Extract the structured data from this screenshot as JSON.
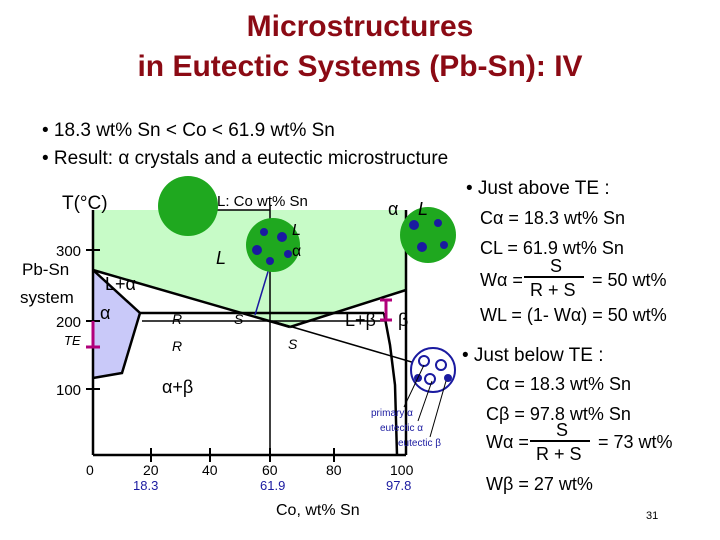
{
  "title": {
    "line1": "Microstructures",
    "line2": "in Eutectic Systems (Pb-Sn): IV"
  },
  "bullets": [
    "• 18.3 wt% Sn < Co < 61.9 wt% Sn",
    "• Result:  α crystals and a eutectic microstructure"
  ],
  "diagram": {
    "y_axis_label": "T(°C)",
    "system_label_1": "Pb-Sn",
    "system_label_2": "system",
    "te_label": "TE",
    "y_ticks": [
      "300",
      "200",
      "100"
    ],
    "x_ticks": [
      "0",
      "20",
      "40",
      "60",
      "80",
      "100"
    ],
    "x_sub_ticks": [
      "18.3",
      "61.9",
      "97.8"
    ],
    "x_axis_label": "Co, wt% Sn",
    "composition_label": "L: Co wt% Sn",
    "regions": {
      "L": "L",
      "L_alpha": "L+α",
      "L_beta": "L+β",
      "alpha": "α",
      "beta": "β",
      "alpha_beta": "α+β"
    },
    "lever": {
      "R_upper": "R",
      "S_upper": "S",
      "R_lower": "R",
      "S_lower": "S"
    },
    "micro_upper_L": "L",
    "micro_upper_alpha": "α",
    "micro_mid_alpha": "α",
    "micro_mid_L": "L",
    "legend": [
      "primary α",
      "eutectic α",
      "eutectic β"
    ]
  },
  "right": {
    "above_header": "• Just above TE :",
    "above_Ca": "Cα = 18.3 wt% Sn",
    "above_CL": "CL = 61.9 wt% Sn",
    "above_Wa_lhs": "Wα =",
    "above_Wa_num": "S",
    "above_Wa_den": "R + S",
    "above_Wa_rhs": "= 50 wt%",
    "above_WL": "WL = (1- Wα) = 50 wt%",
    "below_header": "• Just below TE :",
    "below_Ca": "Cα = 18.3 wt% Sn",
    "below_Cb": "Cβ = 97.8 wt% Sn",
    "below_Wa_lhs": "Wα =",
    "below_Wa_num": "S",
    "below_Wa_den": "R + S",
    "below_Wa_rhs": "= 73 wt%",
    "below_Wb": "Wβ = 27 wt%"
  },
  "page_number": "31",
  "colors": {
    "title": "#8b0a14",
    "liquid": "#c7fbc7",
    "alpha_phase": "#c9c9f9",
    "green_grain": "#1fa81f",
    "blue_dot": "#1a1aa0",
    "marker": "#b1007a",
    "link": "#1a1aa0"
  }
}
